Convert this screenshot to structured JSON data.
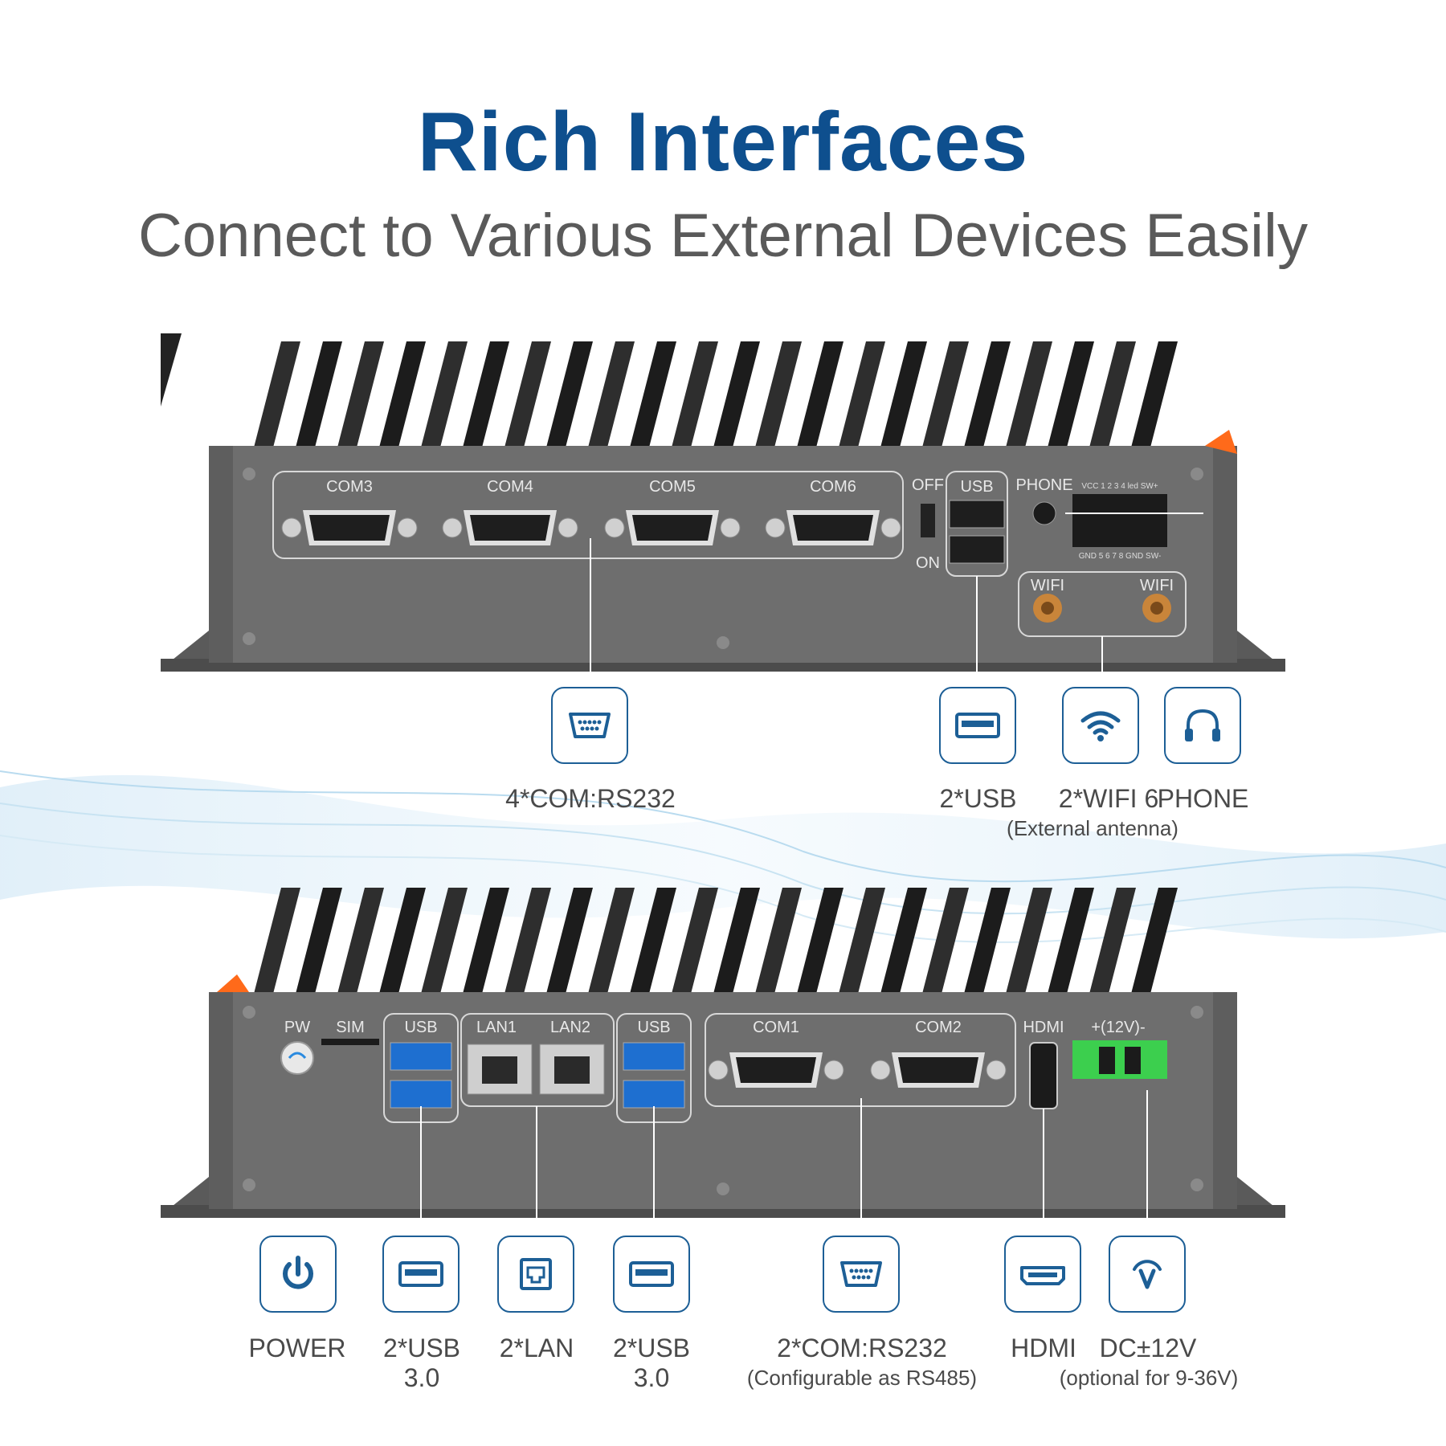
{
  "title": "Rich Interfaces",
  "subtitle": "Connect to Various External Devices Easily",
  "top_panel": {
    "ports": [
      "COM3",
      "COM4",
      "COM5",
      "COM6",
      "OFF",
      "ON",
      "USB",
      "PHONE",
      "WIFI",
      "WIFI"
    ],
    "header_pins_top": "VCC 1 2 3 4 led SW+",
    "header_pins_bottom": "GND 5 6 7 8 GND SW-"
  },
  "bottom_panel": {
    "ports": [
      "PW",
      "SIM",
      "USB",
      "LAN1",
      "LAN2",
      "USB",
      "COM1",
      "COM2",
      "HDMI",
      "+(12V)-"
    ]
  },
  "top_features": [
    {
      "icon": "serial-port-icon",
      "label": "4*COM:RS232",
      "sub": ""
    },
    {
      "icon": "usb-icon",
      "label": "2*USB",
      "sub": ""
    },
    {
      "icon": "wifi-icon",
      "label": "2*WIFI 6",
      "sub": "(External antenna)"
    },
    {
      "icon": "headphone-icon",
      "label": "PHONE",
      "sub": ""
    }
  ],
  "bottom_features": [
    {
      "icon": "power-icon",
      "label": "POWER",
      "sub": ""
    },
    {
      "icon": "usb-icon",
      "label": "2*USB",
      "sub": "3.0"
    },
    {
      "icon": "lan-icon",
      "label": "2*LAN",
      "sub": ""
    },
    {
      "icon": "usb-icon",
      "label": "2*USB",
      "sub": "3.0"
    },
    {
      "icon": "serial-port-icon",
      "label": "2*COM:RS232",
      "sub": "(Configurable as RS485)"
    },
    {
      "icon": "hdmi-icon",
      "label": "HDMI",
      "sub": ""
    },
    {
      "icon": "dc-power-icon",
      "label": "DC±12V",
      "sub": "(optional for 9-36V)"
    }
  ],
  "colors": {
    "title": "#0e4f8e",
    "icon_stroke": "#1d5f96",
    "chassis": "#6b6b6b",
    "fins": "#2a2a2a",
    "accent_orange": "#ff6a1a",
    "terminal_green": "#3ccf4e"
  }
}
